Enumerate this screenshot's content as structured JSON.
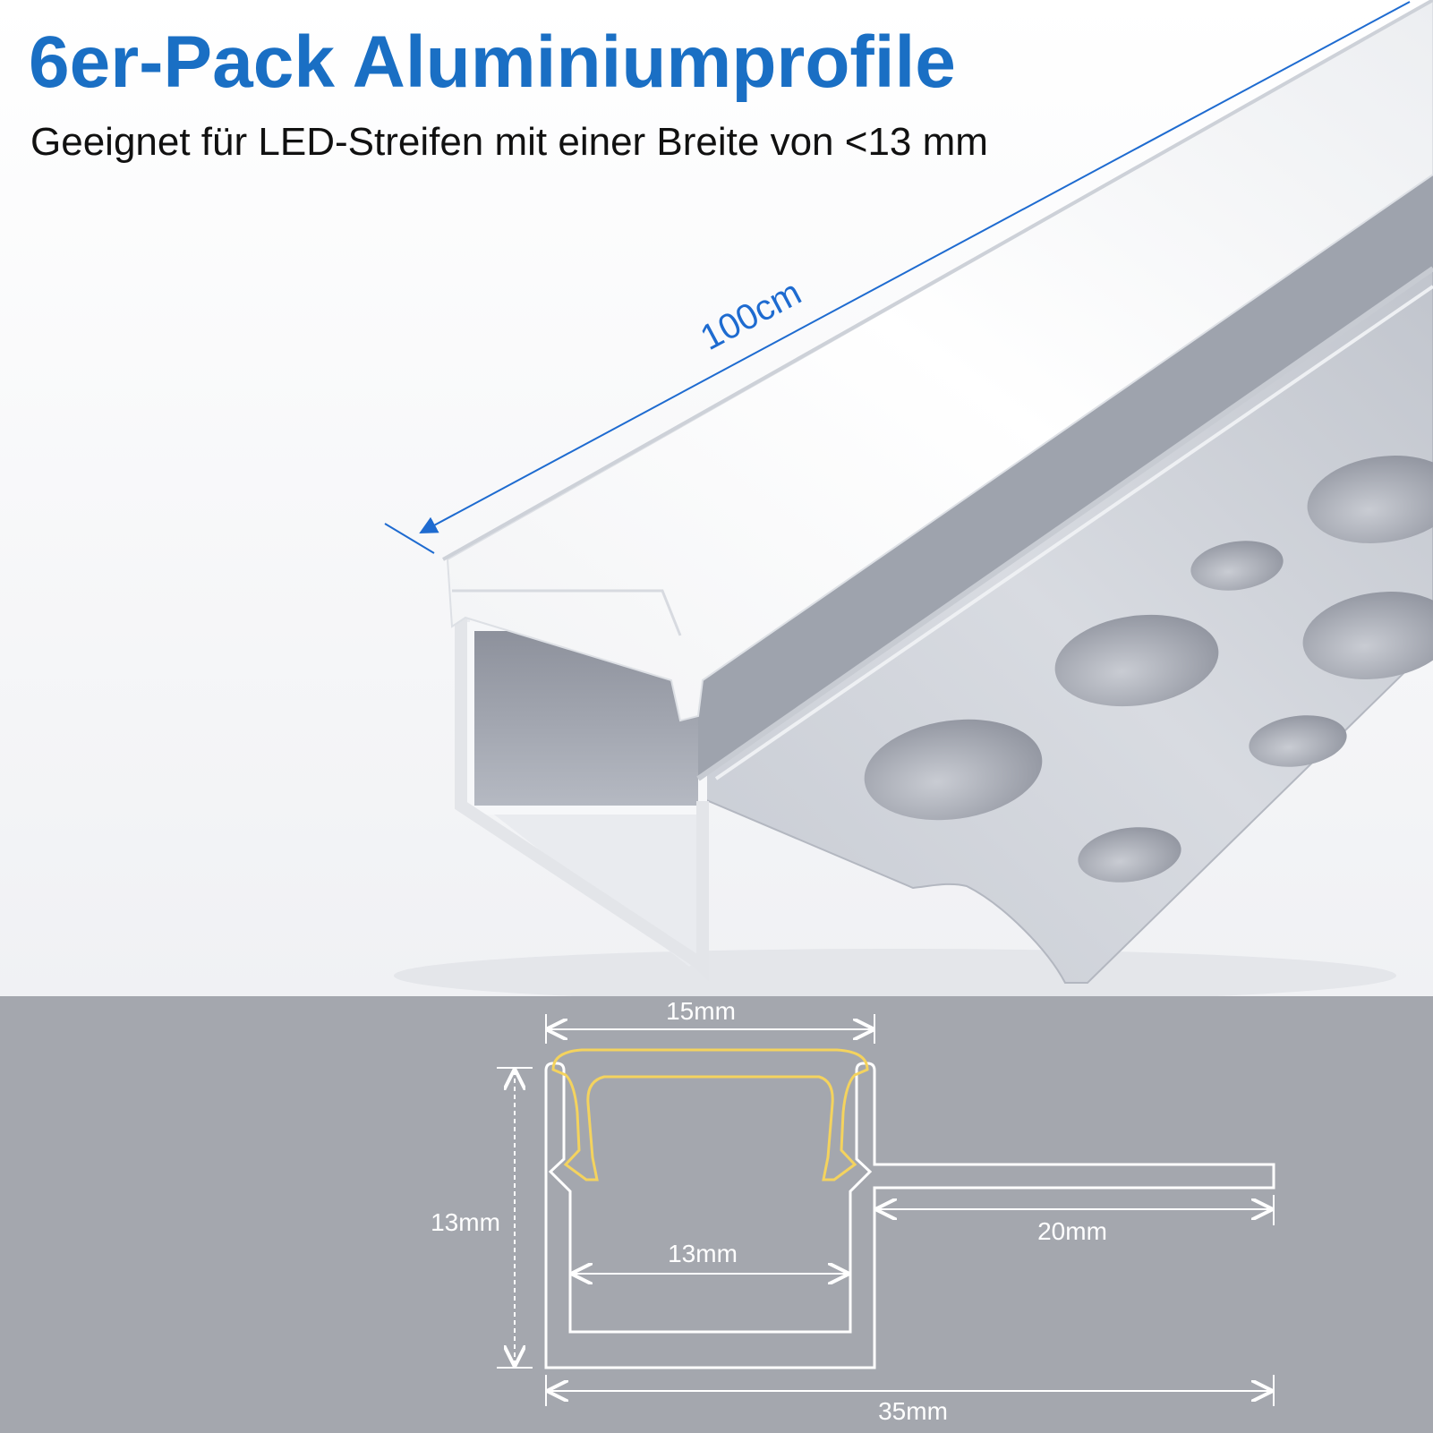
{
  "header": {
    "title": "6er-Pack Aluminiumprofile",
    "subtitle": "Geeignet für LED-Streifen mit einer Breite von <13 mm"
  },
  "product": {
    "length_label": "100cm"
  },
  "diagram": {
    "cover_width": "15mm",
    "height": "13mm",
    "inner_width": "13mm",
    "flange_width": "20mm",
    "total_width": "35mm"
  },
  "colors": {
    "title_blue": "#1a6fc4",
    "dimension_blue": "#1e6bd0",
    "panel_gray": "#a4a7ae",
    "diffuser_yellow": "#f4d35e",
    "aluminium_light": "#dfe2e8",
    "aluminium_dark": "#a6abb6"
  }
}
